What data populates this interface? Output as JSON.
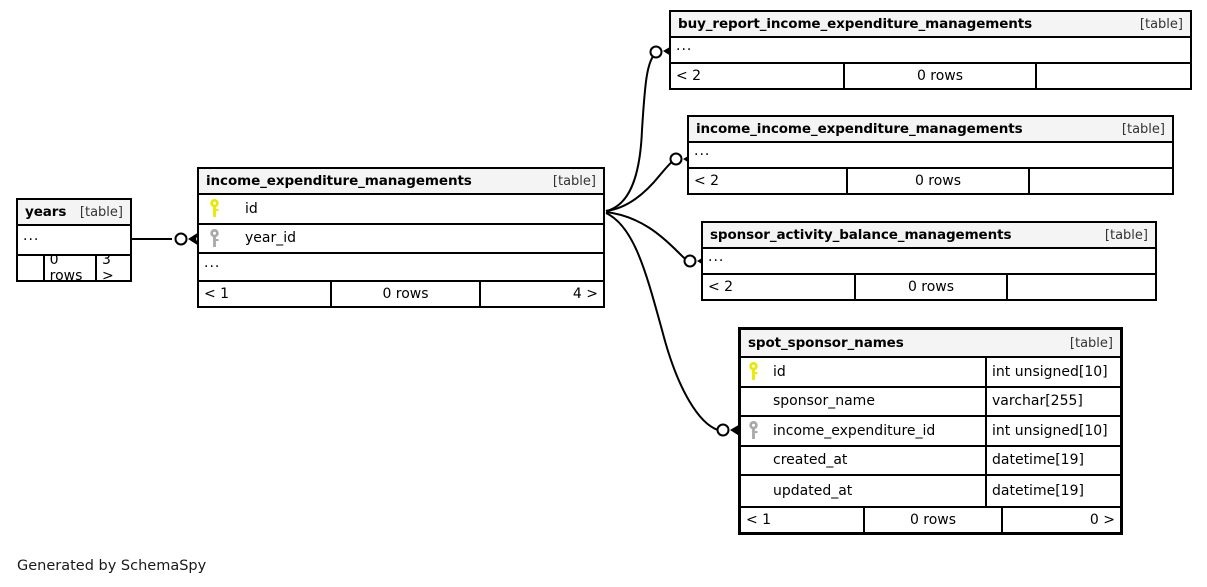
{
  "diagram": {
    "tool": "SchemaSpy",
    "caption": "Generated by SchemaSpy",
    "table_tag": "[table]",
    "ellipsis": "...",
    "colors": {
      "primary_key": "#e8e800",
      "foreign_key": "#a8a8a8",
      "border": "#000000",
      "header_bg": "#f4f4f4",
      "background": "#ffffff",
      "text": "#000000"
    }
  },
  "tables": [
    {
      "id": "years",
      "name": "years",
      "tag": "[table]",
      "columns": [
        {
          "name": "...",
          "type": "",
          "key": "none",
          "ellipsis": true
        }
      ],
      "footer": {
        "left": "",
        "center": "0 rows",
        "right": "3 >"
      }
    },
    {
      "id": "income_expenditure_managements",
      "name": "income_expenditure_managements",
      "tag": "[table]",
      "columns": [
        {
          "name": "id",
          "type": "",
          "key": "primary"
        },
        {
          "name": "year_id",
          "type": "",
          "key": "foreign"
        },
        {
          "name": "...",
          "type": "",
          "key": "none",
          "ellipsis": true
        }
      ],
      "footer": {
        "left": "< 1",
        "center": "0 rows",
        "right": "4 >"
      }
    },
    {
      "id": "buy_report_income_expenditure_managements",
      "name": "buy_report_income_expenditure_managements",
      "tag": "[table]",
      "columns": [
        {
          "name": "...",
          "type": "",
          "key": "none",
          "ellipsis": true
        }
      ],
      "footer": {
        "left": "< 2",
        "center": "0 rows",
        "right": ""
      }
    },
    {
      "id": "income_income_expenditure_managements",
      "name": "income_income_expenditure_managements",
      "tag": "[table]",
      "columns": [
        {
          "name": "...",
          "type": "",
          "key": "none",
          "ellipsis": true
        }
      ],
      "footer": {
        "left": "< 2",
        "center": "0 rows",
        "right": ""
      }
    },
    {
      "id": "sponsor_activity_balance_managements",
      "name": "sponsor_activity_balance_managements",
      "tag": "[table]",
      "columns": [
        {
          "name": "...",
          "type": "",
          "key": "none",
          "ellipsis": true
        }
      ],
      "footer": {
        "left": "< 2",
        "center": "0 rows",
        "right": ""
      }
    },
    {
      "id": "spot_sponsor_names",
      "name": "spot_sponsor_names",
      "tag": "[table]",
      "columns": [
        {
          "name": "id",
          "type": "int unsigned[10]",
          "key": "primary"
        },
        {
          "name": "sponsor_name",
          "type": "varchar[255]",
          "key": "none"
        },
        {
          "name": "income_expenditure_id",
          "type": "int unsigned[10]",
          "key": "foreign"
        },
        {
          "name": "created_at",
          "type": "datetime[19]",
          "key": "none"
        },
        {
          "name": "updated_at",
          "type": "datetime[19]",
          "key": "none"
        }
      ],
      "footer": {
        "left": "< 1",
        "center": "0 rows",
        "right": "0 >"
      }
    }
  ],
  "relationships": [
    {
      "from": "years",
      "to": "income_expenditure_managements",
      "to_column": "year_id"
    },
    {
      "from": "income_expenditure_managements",
      "to": "buy_report_income_expenditure_managements",
      "to_column": "..."
    },
    {
      "from": "income_expenditure_managements",
      "to": "income_income_expenditure_managements",
      "to_column": "..."
    },
    {
      "from": "income_expenditure_managements",
      "to": "sponsor_activity_balance_managements",
      "to_column": "..."
    },
    {
      "from": "income_expenditure_managements",
      "to": "spot_sponsor_names",
      "to_column": "income_expenditure_id"
    }
  ]
}
